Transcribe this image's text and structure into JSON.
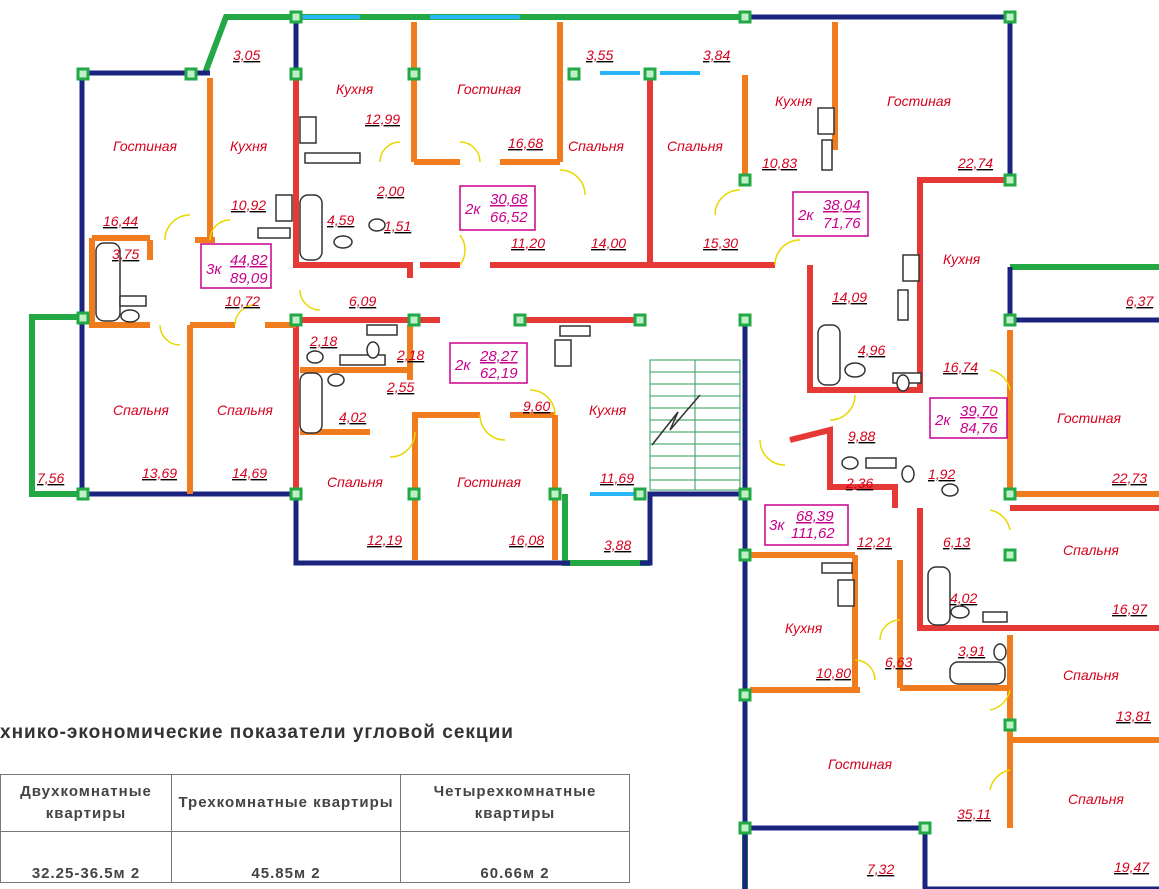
{
  "colors": {
    "outer_wall": "#1a237e",
    "load_wall": "#e53935",
    "partition": "#f07c1e",
    "balcony": "#22a845",
    "window": "#29b6f6",
    "node_fill": "#bff0c8",
    "node_stroke": "#22a845",
    "door": "#e8d800",
    "label_red": "#d6001c",
    "apt_magenta": "#c8008c",
    "stair": "#2e9d5a"
  },
  "rooms": {
    "gost_a": "Гостиная",
    "kuh_a": "Кухня",
    "kuh_b": "Кухня",
    "gost_b": "Гостиная",
    "spal_a": "Спальня",
    "spal_b": "Спальня",
    "kuh_c": "Кухня",
    "gost_c": "Гостиная",
    "kuh_d": "Кухня",
    "spal_c": "Спальня",
    "spal_d": "Спальня",
    "kuh_e": "Кухня",
    "spal_e": "Спальня",
    "gost_d": "Гостиная",
    "gost_e": "Гостиная",
    "spal_f": "Спальня",
    "kuh_f": "Кухня",
    "spal_g": "Спальня",
    "gost_f": "Гостиная",
    "spal_h": "Спальня"
  },
  "areas": {
    "a305": "3,05",
    "a355": "3,55",
    "a384": "3,84",
    "a1299": "12,99",
    "a1668": "16,68",
    "a1083": "10,83",
    "a2274": "22,74",
    "a1644": "16,44",
    "a1092": "10,92",
    "a200": "2,00",
    "a459": "4,59",
    "a151": "1,51",
    "a375": "3,75",
    "a1120": "11,20",
    "a1400": "14,00",
    "a1530": "15,30",
    "a1072": "10,72",
    "a609": "6,09",
    "a218a": "2,18",
    "a218b": "2,18",
    "a255": "2,55",
    "a1409": "14,09",
    "a637": "6,37",
    "a496": "4,96",
    "a1674": "16,74",
    "a402a": "4,02",
    "a960": "9,60",
    "a988": "9,88",
    "a192": "1,92",
    "a236": "2,36",
    "a756": "7,56",
    "a1369": "13,69",
    "a1469": "14,69",
    "a1169": "11,69",
    "a2273": "22,73",
    "a1219a": "12,19",
    "a1608": "16,08",
    "a388": "3,88",
    "a1221": "12,21",
    "a613": "6,13",
    "a402b": "4,02",
    "a1697": "16,97",
    "a1080": "10,80",
    "a663": "6,63",
    "a391": "3,91",
    "a1381": "13,81",
    "a3511": "35,11",
    "a732": "7,32",
    "a1947": "19,47"
  },
  "apartments": [
    {
      "type": "3к",
      "living": "44,82",
      "total": "89,09"
    },
    {
      "type": "2к",
      "living": "30,68",
      "total": "66,52"
    },
    {
      "type": "2к",
      "living": "38,04",
      "total": "71,76"
    },
    {
      "type": "2к",
      "living": "28,27",
      "total": "62,19"
    },
    {
      "type": "2к",
      "living": "39,70",
      "total": "84,76"
    },
    {
      "type": "3к",
      "living": "68,39",
      "total": "111,62"
    }
  ],
  "tei": {
    "title": "хнико-экономические  показатели угловой секции",
    "head": [
      "Двухкомнатные квартиры",
      "Трехкомнатные квартиры",
      "Четырехкомнатные квартиры"
    ],
    "vals": [
      "32.25-36.5м  2",
      "45.85м  2",
      "60.66м  2"
    ]
  }
}
